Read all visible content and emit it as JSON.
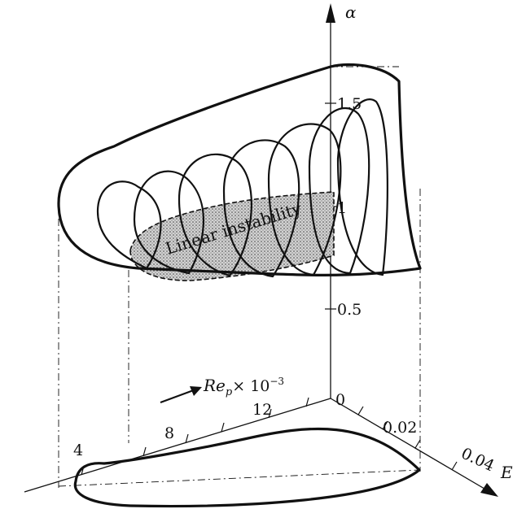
{
  "axes": {
    "vertical": {
      "name": "α",
      "ticks": [
        "1.5",
        "1",
        "0.5"
      ]
    },
    "reynolds": {
      "name": "Re",
      "subscript": "p",
      "factor": "× 10",
      "exponent": "−3",
      "ticks": [
        "4",
        "8",
        "12"
      ]
    },
    "energy": {
      "name": "E",
      "ticks": [
        "0",
        "0.02",
        "0.04"
      ]
    }
  },
  "regions": {
    "linear_instability": "Linear instability"
  }
}
